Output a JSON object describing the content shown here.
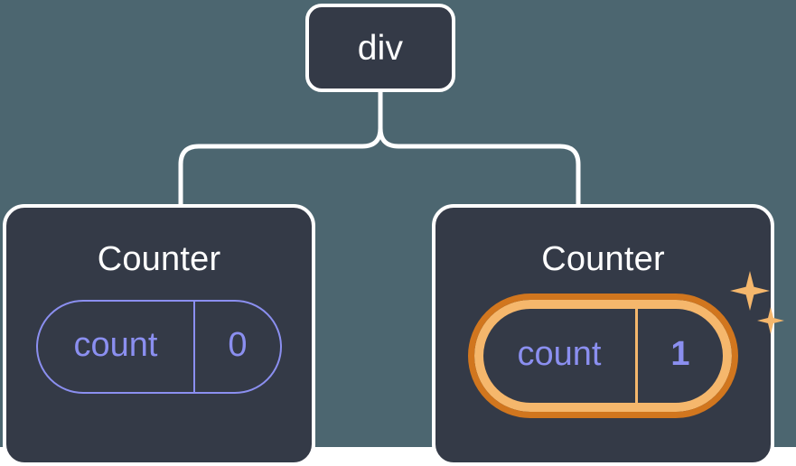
{
  "diagram": {
    "title": "React component tree with highlighted state update",
    "background_color": "#4c6670",
    "node_fill": "#343a47",
    "node_border": "#ffffff",
    "connector_color": "#ffffff",
    "state_color": "#8b8ff0",
    "highlight_inner_color": "#f5b76c",
    "highlight_outer_color": "#d1761e"
  },
  "root": {
    "label": "div"
  },
  "children": [
    {
      "label": "Counter",
      "state": {
        "key": "count",
        "value": "0"
      },
      "highlighted": false,
      "sparkles": false
    },
    {
      "label": "Counter",
      "state": {
        "key": "count",
        "value": "1"
      },
      "highlighted": true,
      "sparkles": true,
      "sparkle_icons": [
        "sparkle-large-icon",
        "sparkle-small-icon"
      ]
    }
  ]
}
